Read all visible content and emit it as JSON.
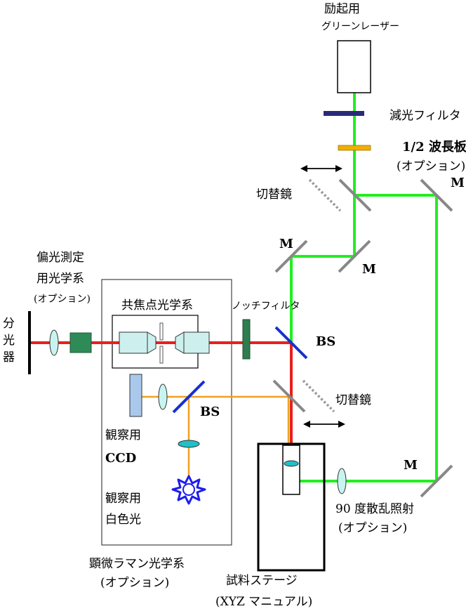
{
  "labels": {
    "laser_line1": "励起用",
    "laser_line2": "グリーンレーザー",
    "nd_filter": "減光フィルタ",
    "half_wave_line1": "1/2 波長板",
    "half_wave_line2": "(オプション)",
    "switch_mirror_top": "切替鏡",
    "mirror_m_top_right": "M",
    "mirror_m_upper_left": "M",
    "mirror_m_middle": "M",
    "mirror_m_bottom_right": "M",
    "polarization_line1": "偏光測定",
    "polarization_line2": "用光学系",
    "polarization_line3": "(オプション)",
    "spectrometer": [
      "分",
      "光",
      "器"
    ],
    "confocal": "共焦点光学系",
    "notch_filter": "ノッチフィルタ",
    "bs_right": "BS",
    "bs_left": "BS",
    "switch_mirror_bottom": "切替鏡",
    "obs_ccd_line1": "観察用",
    "obs_ccd_line2": "CCD",
    "obs_light_line1": "観察用",
    "obs_light_line2": "白色光",
    "microscope_line1": "顕微ラマン光学系",
    "microscope_line2": "(オプション)",
    "stage_line1": "試料ステージ",
    "stage_line2": "(XYZ マニュアル)",
    "scatter_line1": "90 度散乱照射",
    "scatter_line2": "(オプション)"
  },
  "colors": {
    "green_beam": "#22ee22",
    "red_beam": "#e8201c",
    "orange_beam": "#f0a020",
    "mirror": "#888888",
    "beam_splitter": "#1530d0",
    "nd_filter": "#2a2a7a",
    "half_wave": "#f0b000",
    "polarizer": "#2e8b57",
    "notch_filter": "#2e7d4f",
    "lens": "#c8f4f0",
    "objective": "#cdf0ee",
    "ccd": "#a9c8ec",
    "light_star": "#1c1cf0"
  }
}
